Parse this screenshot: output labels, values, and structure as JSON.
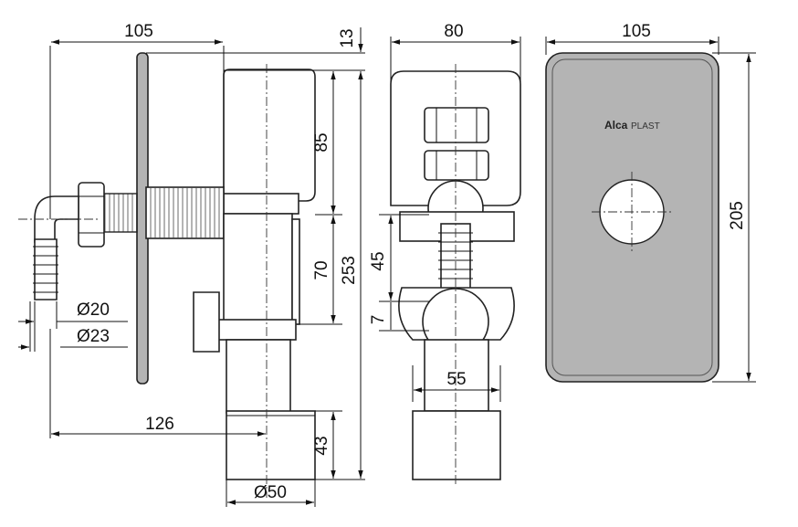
{
  "title": "Washing machine siphon technical drawing",
  "side_view": {
    "width_total": "105",
    "plate_offset": "13",
    "upper_height": "85",
    "total_height": "253",
    "mid_height": "70",
    "hose_inner_dia": "Ø20",
    "hose_outer_dia": "Ø23",
    "outlet_offset": "126",
    "outlet_height": "43",
    "outlet_dia": "Ø50"
  },
  "front_view": {
    "width": "80",
    "height_a": "45",
    "height_b": "7",
    "spacing": "55"
  },
  "cover_plate": {
    "width": "105",
    "height": "205",
    "logo_bold": "Alca",
    "logo_light": "PLAST",
    "plate_color": "#b4b4b4"
  }
}
